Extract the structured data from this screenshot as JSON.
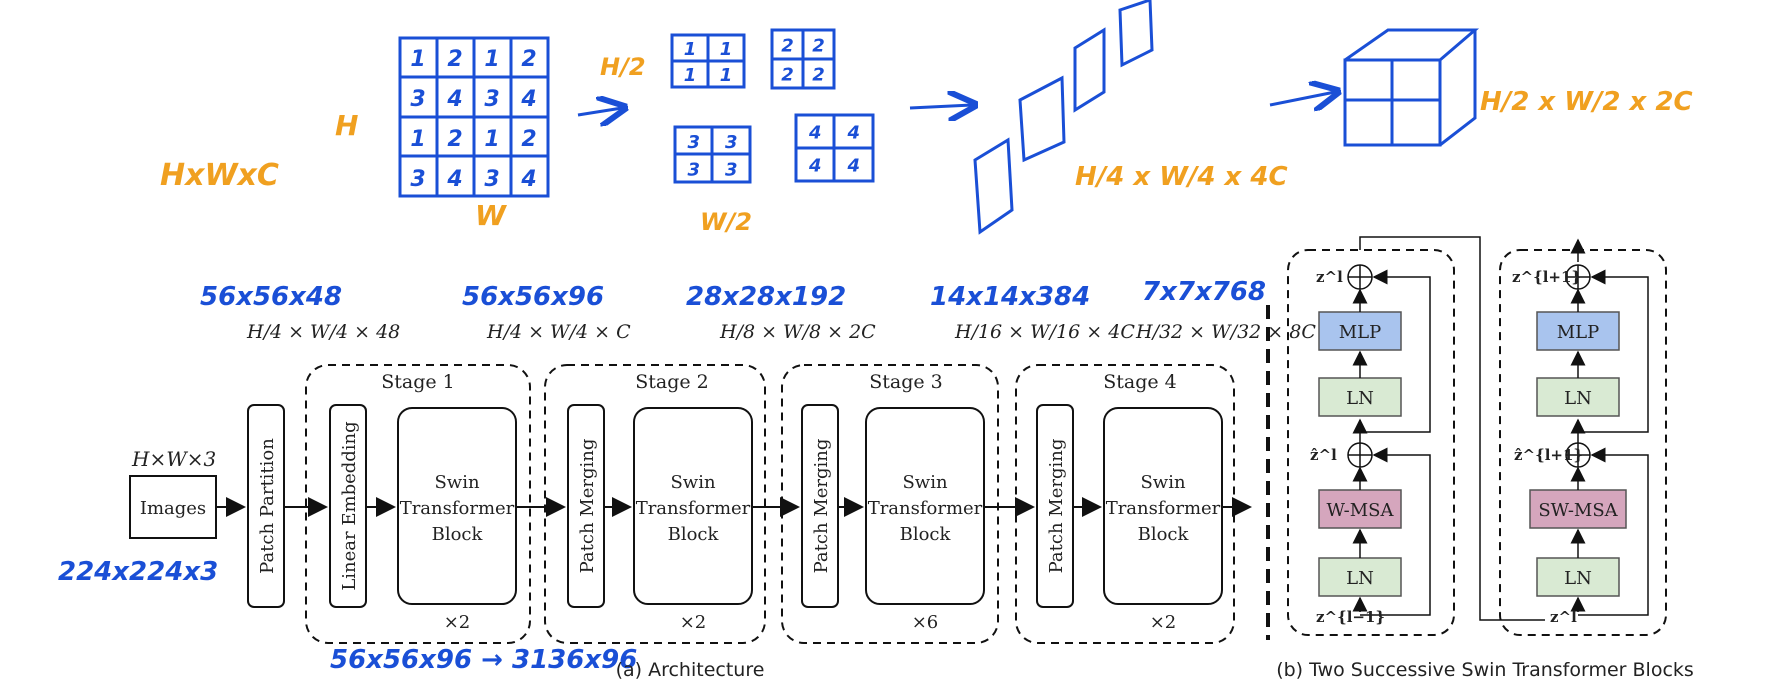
{
  "sketch": {
    "input_label": "HxWxC",
    "h_label": "H",
    "w_label": "W",
    "h_half": "H/2",
    "w_half": "W/2",
    "quarter_label": "H/4 x W/4 x 4C",
    "merged_label": "H/2 x W/2 x 2C",
    "grid_numbers": [
      "1",
      "2",
      "1",
      "2",
      "3",
      "4",
      "3",
      "4",
      "1",
      "2",
      "1",
      "2",
      "3",
      "4",
      "3",
      "4"
    ],
    "sub_patch_1": [
      "1",
      "1",
      "1",
      "1"
    ],
    "sub_patch_2": [
      "2",
      "2",
      "2",
      "2"
    ],
    "sub_patch_3": [
      "3",
      "3",
      "3",
      "3"
    ],
    "sub_patch_4": [
      "4",
      "4",
      "4",
      "4"
    ]
  },
  "annotations": {
    "a1": "56x56x48",
    "a2": "56x56x96",
    "a3": "28x28x192",
    "a4": "14x14x384",
    "a5": "7x7x768",
    "input_size": "224x224x3",
    "bottom_note": "56x56x96 → 3136x96"
  },
  "architecture": {
    "input_dims": "H×W×3",
    "images_label": "Images",
    "patch_partition": "Patch Partition",
    "linear_embedding": "Linear Embedding",
    "patch_merging": "Patch Merging",
    "swin_line1": "Swin",
    "swin_line2": "Transformer",
    "swin_line3": "Block",
    "stages": [
      {
        "label": "Stage 1",
        "repeat": "×2",
        "dims": "H/4 × W/4 × C"
      },
      {
        "label": "Stage 2",
        "repeat": "×2",
        "dims": "H/8 × W/8 × 2C"
      },
      {
        "label": "Stage 3",
        "repeat": "×6",
        "dims": "H/16 × W/16 × 4C"
      },
      {
        "label": "Stage 4",
        "repeat": "×2",
        "dims": "H/32 × W/32 × 8C"
      }
    ],
    "pre_dims": "H/4 × W/4 × 48",
    "caption": "(a) Architecture"
  },
  "blocks": {
    "left": {
      "mlp": "MLP",
      "ln1": "LN",
      "ln2": "LN",
      "msa": "W-MSA",
      "z_out": "z^l",
      "z_hat": "ẑ^l",
      "z_in": "z^{l−1}"
    },
    "right": {
      "mlp": "MLP",
      "ln1": "LN",
      "ln2": "LN",
      "msa": "SW-MSA",
      "z_out": "z^{l+1}",
      "z_hat": "ẑ^{l+1}",
      "z_in": "z^l"
    },
    "caption": "(b) Two Successive Swin Transformer Blocks"
  },
  "colors": {
    "ink_blue": "#1a4fd6",
    "ink_orange": "#f0a020",
    "mlp_fill": "#a9c4ee",
    "ln_fill": "#d9ead3",
    "msa_fill": "#d5a6bd"
  }
}
